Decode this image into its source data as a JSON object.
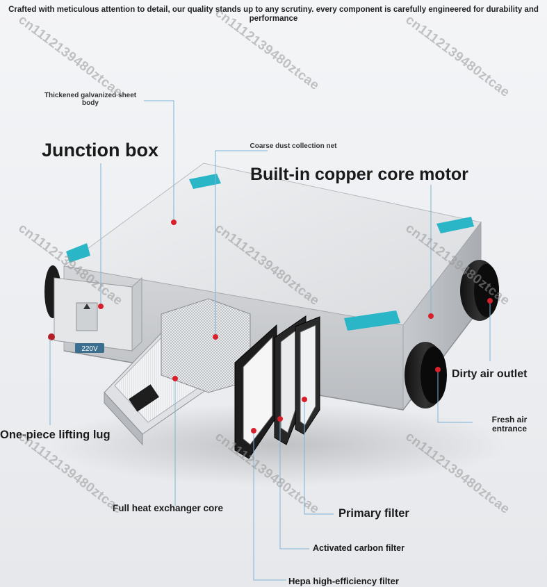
{
  "tagline": "Crafted with meticulous attention to detail, our quality stands up to any scrutiny. every component is carefully engineered for durability and performance",
  "labels": {
    "galvanized": "Thickened galvanized sheet body",
    "junction_box": "Junction box",
    "coarse_dust": "Coarse dust collection net",
    "copper_motor": "Built-in copper core motor",
    "dirty_outlet": "Dirty air outlet",
    "fresh_entrance": "Fresh air entrance",
    "lifting_lug": "One-piece lifting lug",
    "heat_core": "Full heat exchanger core",
    "primary_filter": "Primary filter",
    "carbon_filter": "Activated carbon filter",
    "hepa_filter": "Hepa high-efficiency filter"
  },
  "voltage_tag": "220V",
  "watermark": "cn1112139480ztcae",
  "colors": {
    "marker": "#d8202c",
    "leader": "#7fb3d6",
    "accent": "#2bb6c8"
  }
}
